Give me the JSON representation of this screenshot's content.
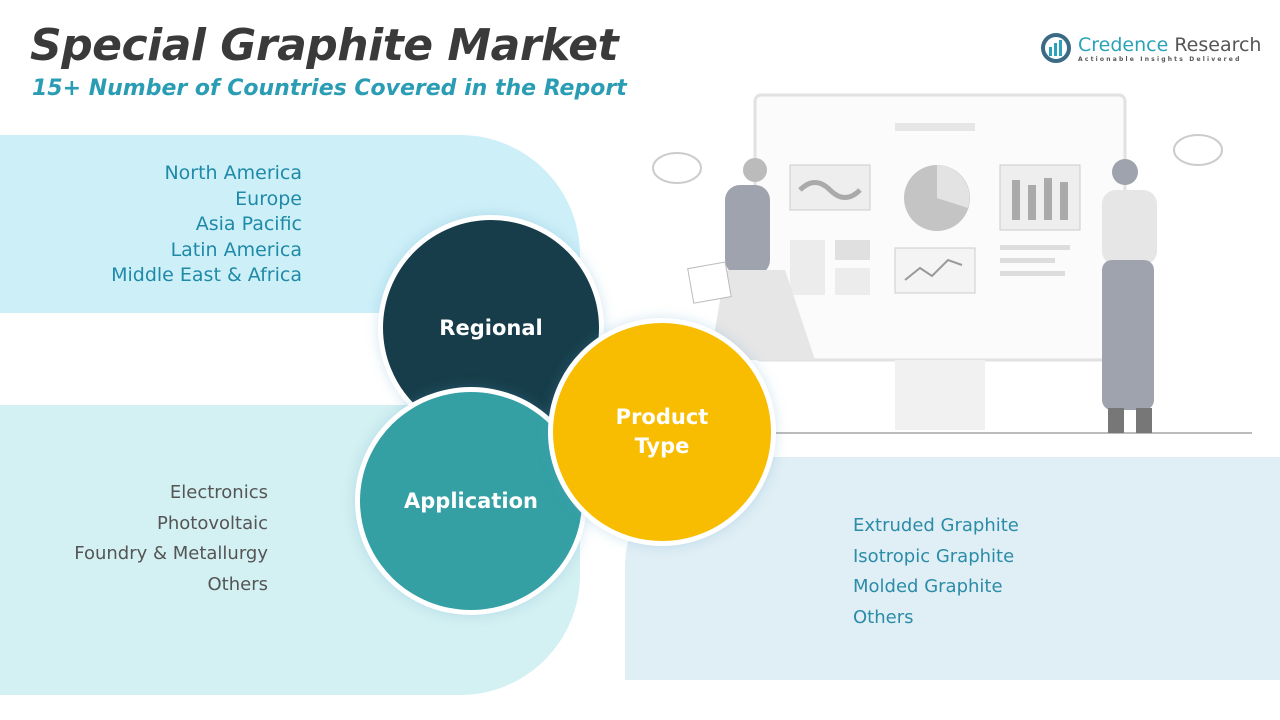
{
  "header": {
    "title": "Special Graphite Market",
    "subtitle": "15+ Number of Countries Covered in the Report"
  },
  "logo": {
    "name_part1": "Credence",
    "name_part2": " Research",
    "tagline": "Actionable Insights Delivered",
    "icon": "bar-chart-magnifier-icon"
  },
  "segments": {
    "regional": {
      "label": "Regional",
      "items": [
        "North America",
        "Europe",
        "Asia Pacific",
        "Latin America",
        "Middle East & Africa"
      ]
    },
    "application": {
      "label": "Application",
      "items": [
        "Electronics",
        "Photovoltaic",
        "Foundry & Metallurgy",
        "Others"
      ]
    },
    "product_type": {
      "label_line1": "Product",
      "label_line2": "Type",
      "items": [
        "Extruded Graphite",
        "Isotropic Graphite",
        "Molded Graphite",
        "Others"
      ]
    }
  },
  "colors": {
    "regional": "#173d4a",
    "application": "#34a0a4",
    "product_type": "#f8bd00",
    "accent": "#2a9db5"
  }
}
